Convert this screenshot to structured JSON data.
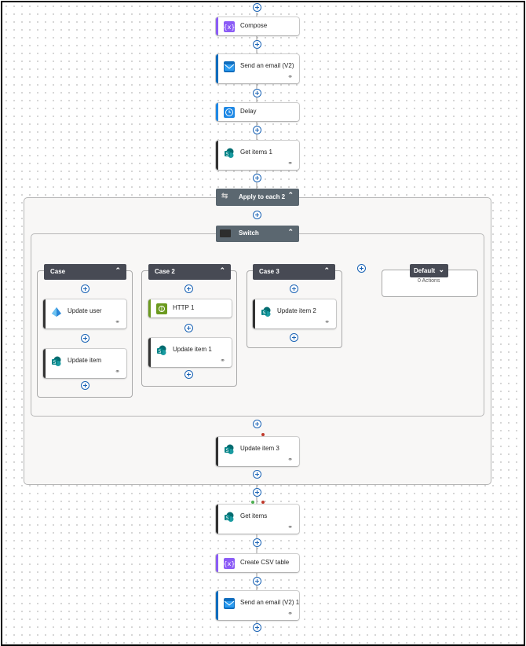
{
  "flow": {
    "compose": "Compose",
    "send_email": "Send an email (V2)",
    "delay": "Delay",
    "get_items_1": "Get items 1",
    "apply_to_each": "Apply to each 2",
    "switch": "Switch",
    "cases": {
      "case1": {
        "title": "Case",
        "actions": [
          "Update user",
          "Update item"
        ]
      },
      "case2": {
        "title": "Case 2",
        "actions": [
          "HTTP 1",
          "Update item 1"
        ]
      },
      "case3": {
        "title": "Case 3",
        "actions": [
          "Update item 2"
        ]
      },
      "default": {
        "title": "Default",
        "actions_text": "0 Actions"
      }
    },
    "update_item_3": "Update item 3",
    "get_items": "Get items",
    "create_csv": "Create CSV table",
    "send_email_1": "Send an email (V2) 1"
  },
  "colors": {
    "compose": "#8b5cf6",
    "outlook": "#0f6cbd",
    "delay": "#1e88e5",
    "sharepoint": "#038387",
    "entra": "#2b88d8",
    "http": "#6b9a1f",
    "switch_header": "#5b6770",
    "case_header": "#474a54",
    "plus": "#1a63b5"
  },
  "icons": {
    "compose": "compose-icon",
    "outlook": "outlook-icon",
    "delay": "clock-icon",
    "sharepoint": "sharepoint-icon",
    "entra": "entra-id-icon",
    "http": "http-globe-icon",
    "link": "link-icon",
    "loop": "loop-icon",
    "switch": "switch-icon",
    "collapse": "chevron-up-icon",
    "expand": "chevron-down-icon"
  }
}
